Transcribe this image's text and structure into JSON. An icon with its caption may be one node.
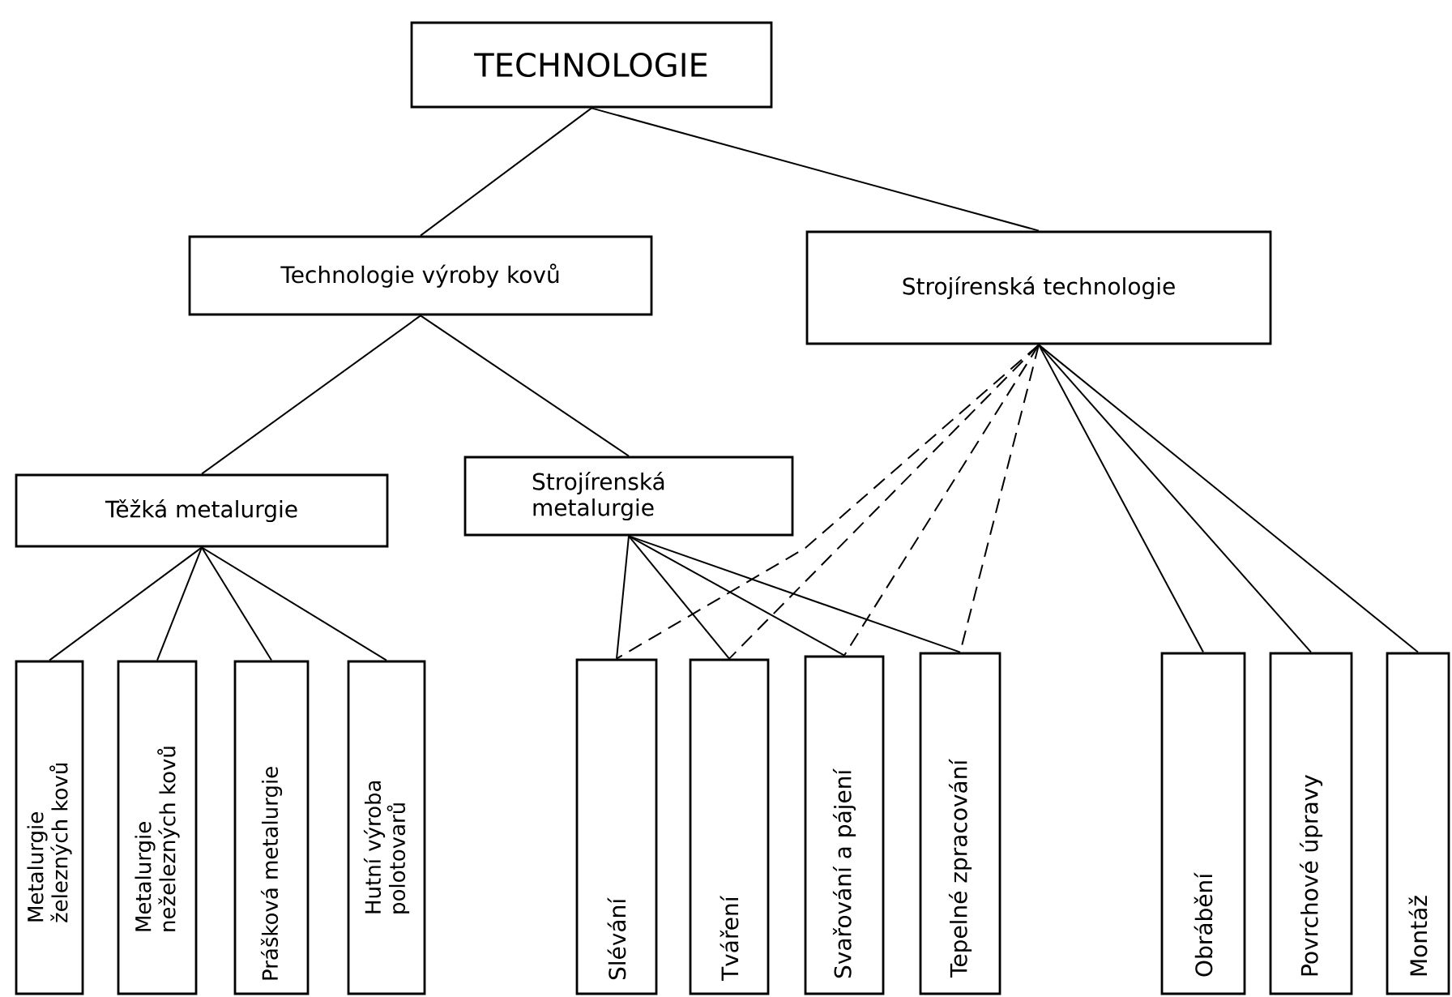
{
  "diagram": {
    "nodes": [
      {
        "text": [
          "TECHNOLOGIE"
        ]
      },
      {
        "text": [
          "Technologie výroby kovů"
        ]
      },
      {
        "text": [
          "Strojírenská technologie"
        ]
      },
      {
        "text": [
          "Těžká metalurgie"
        ]
      },
      {
        "text": [
          "Strojírenská metalurgie"
        ]
      },
      {
        "text": [
          "Metalurgie železných kovů"
        ]
      },
      {
        "text": [
          "Metalurgie neželezných kovů"
        ]
      },
      {
        "text": [
          "Prášková metalurgie"
        ]
      },
      {
        "text": [
          "Hutní výroba polotovarů"
        ]
      },
      {
        "text": [
          "Slévání"
        ]
      },
      {
        "text": [
          "Tváření"
        ]
      },
      {
        "text": [
          "Svařování a pájení"
        ]
      },
      {
        "text": [
          "Tepelné zpracování"
        ]
      },
      {
        "text": [
          "Obrábění"
        ]
      },
      {
        "text": [
          "Povrchové úpravy"
        ]
      },
      {
        "text": [
          "Montáž"
        ]
      }
    ],
    "edges": [
      {
        "from": 0,
        "to": 1,
        "arrow": "none"
      },
      {
        "from": 0,
        "to": 2,
        "arrow": "none"
      },
      {
        "from": 1,
        "to": 3,
        "arrow": "none"
      },
      {
        "from": 1,
        "to": 4,
        "arrow": "none"
      },
      {
        "from": 3,
        "to": 5,
        "arrow": "none"
      },
      {
        "from": 3,
        "to": 6,
        "arrow": "none"
      },
      {
        "from": 3,
        "to": 7,
        "arrow": "none"
      },
      {
        "from": 3,
        "to": 8,
        "arrow": "none"
      },
      {
        "from": 4,
        "to": 9,
        "arrow": "none"
      },
      {
        "from": 4,
        "to": 10,
        "arrow": "none"
      },
      {
        "from": 4,
        "to": 11,
        "arrow": "none"
      },
      {
        "from": 4,
        "to": 12,
        "arrow": "none"
      },
      {
        "from": 2,
        "to": 9,
        "arrow": "none",
        "style": "dashed"
      },
      {
        "from": 2,
        "to": 10,
        "arrow": "none",
        "style": "dashed"
      },
      {
        "from": 2,
        "to": 11,
        "arrow": "none",
        "style": "dashed"
      },
      {
        "from": 2,
        "to": 12,
        "arrow": "none",
        "style": "dashed"
      },
      {
        "from": 2,
        "to": 13,
        "arrow": "none"
      },
      {
        "from": 2,
        "to": 14,
        "arrow": "none"
      },
      {
        "from": 2,
        "to": 15,
        "arrow": "none"
      }
    ]
  }
}
